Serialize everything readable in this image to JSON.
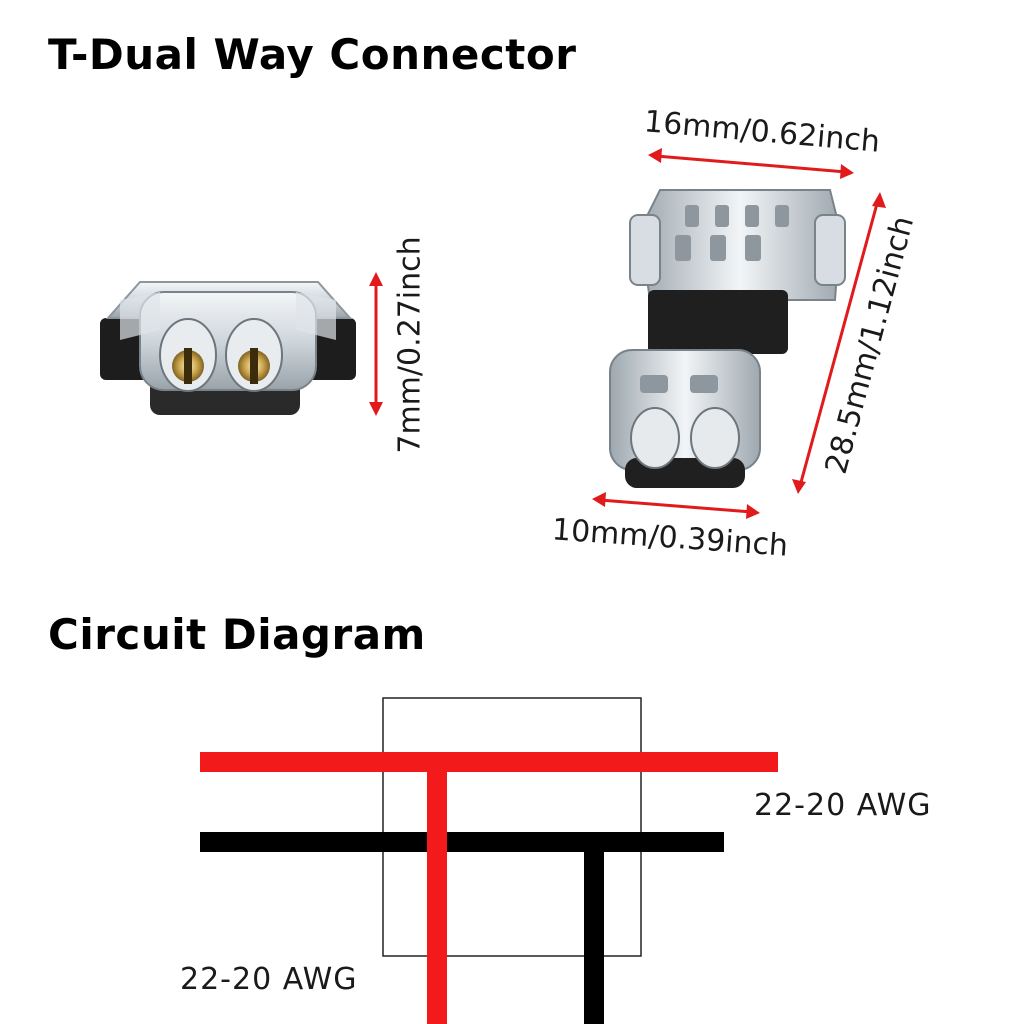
{
  "header": {
    "title": "T-Dual Way Connector"
  },
  "dimensions": {
    "front_height": "7mm/0.27inch",
    "top_width": "16mm/0.62inch",
    "bottom_width": "10mm/0.39inch",
    "length": "28.5mm/1.12inch"
  },
  "circuit": {
    "title": "Circuit Diagram",
    "wire_label_right": "22-20 AWG",
    "wire_label_left": "22-20 AWG"
  },
  "colors": {
    "arrow": "#e11b1b",
    "red_wire": "#f21a1a",
    "black_wire": "#000000",
    "box_outline": "#222222"
  },
  "icons": {
    "front_view": "connector-front-photo",
    "top_view": "connector-top-photo"
  }
}
